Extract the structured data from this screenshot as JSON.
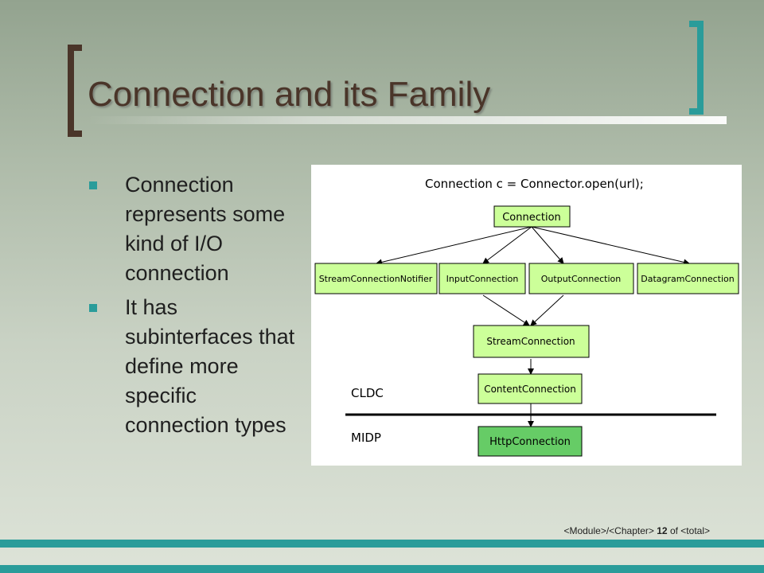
{
  "slide": {
    "title": "Connection and its Family",
    "bullets": [
      "Connection represents some kind of I/O connection",
      "It has subinterfaces that define more specific connection types"
    ],
    "footer": {
      "module": "<Module>",
      "separator": "/",
      "chapter": "<Chapter>",
      "page": "12",
      "of": "of",
      "total": "<total>"
    }
  },
  "diagram": {
    "code": "Connection c = Connector.open(url);",
    "nodes": {
      "connection": "Connection",
      "stream_connection_notifier": "StreamConnectionNotifier",
      "input_connection": "InputConnection",
      "output_connection": "OutputConnection",
      "datagram_connection": "DatagramConnection",
      "stream_connection": "StreamConnection",
      "content_connection": "ContentConnection",
      "http_connection": "HttpConnection"
    },
    "layers": {
      "cldc": "CLDC",
      "midp": "MIDP"
    }
  },
  "colors": {
    "accent": "#2a9c9a",
    "title": "#4a3529",
    "node_fill": "#ccff99",
    "highlight_fill": "#66cc66"
  }
}
